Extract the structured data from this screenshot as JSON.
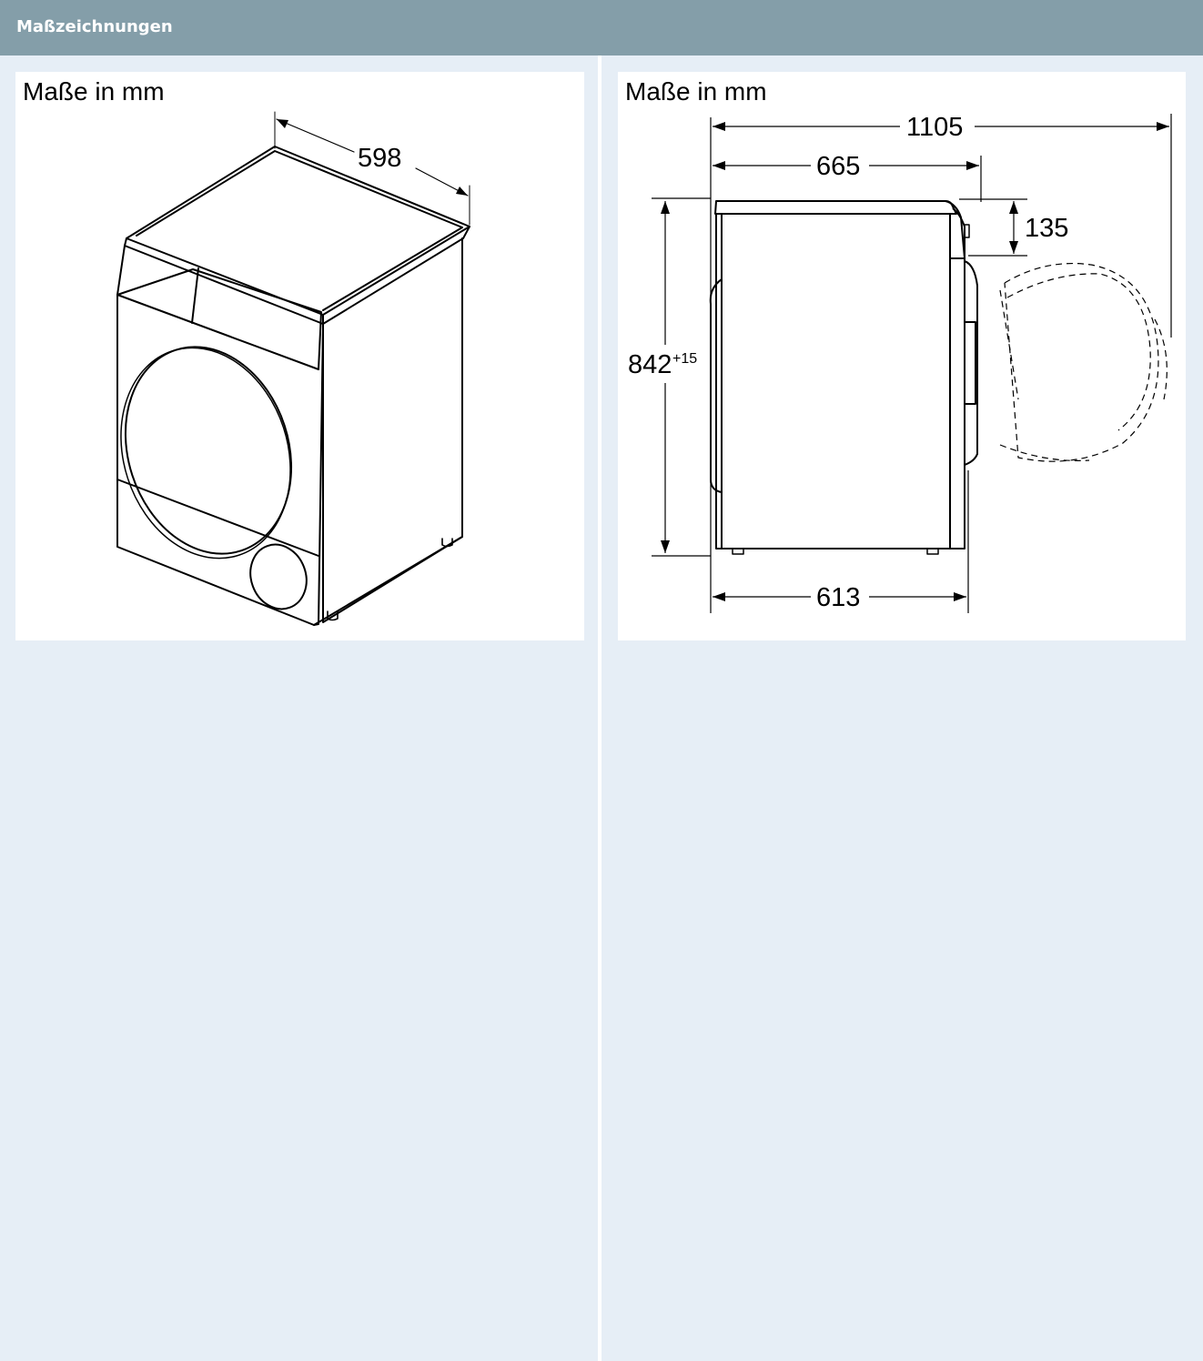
{
  "header": {
    "title": "Maßzeichnungen"
  },
  "drawings": [
    {
      "caption": "Maße in mm",
      "width": "598"
    },
    {
      "caption": "Maße in mm",
      "door_open_depth": "1105",
      "depth": "665",
      "door_offset": "135",
      "height": "842",
      "height_tolerance": "+15",
      "body_depth": "613"
    }
  ]
}
